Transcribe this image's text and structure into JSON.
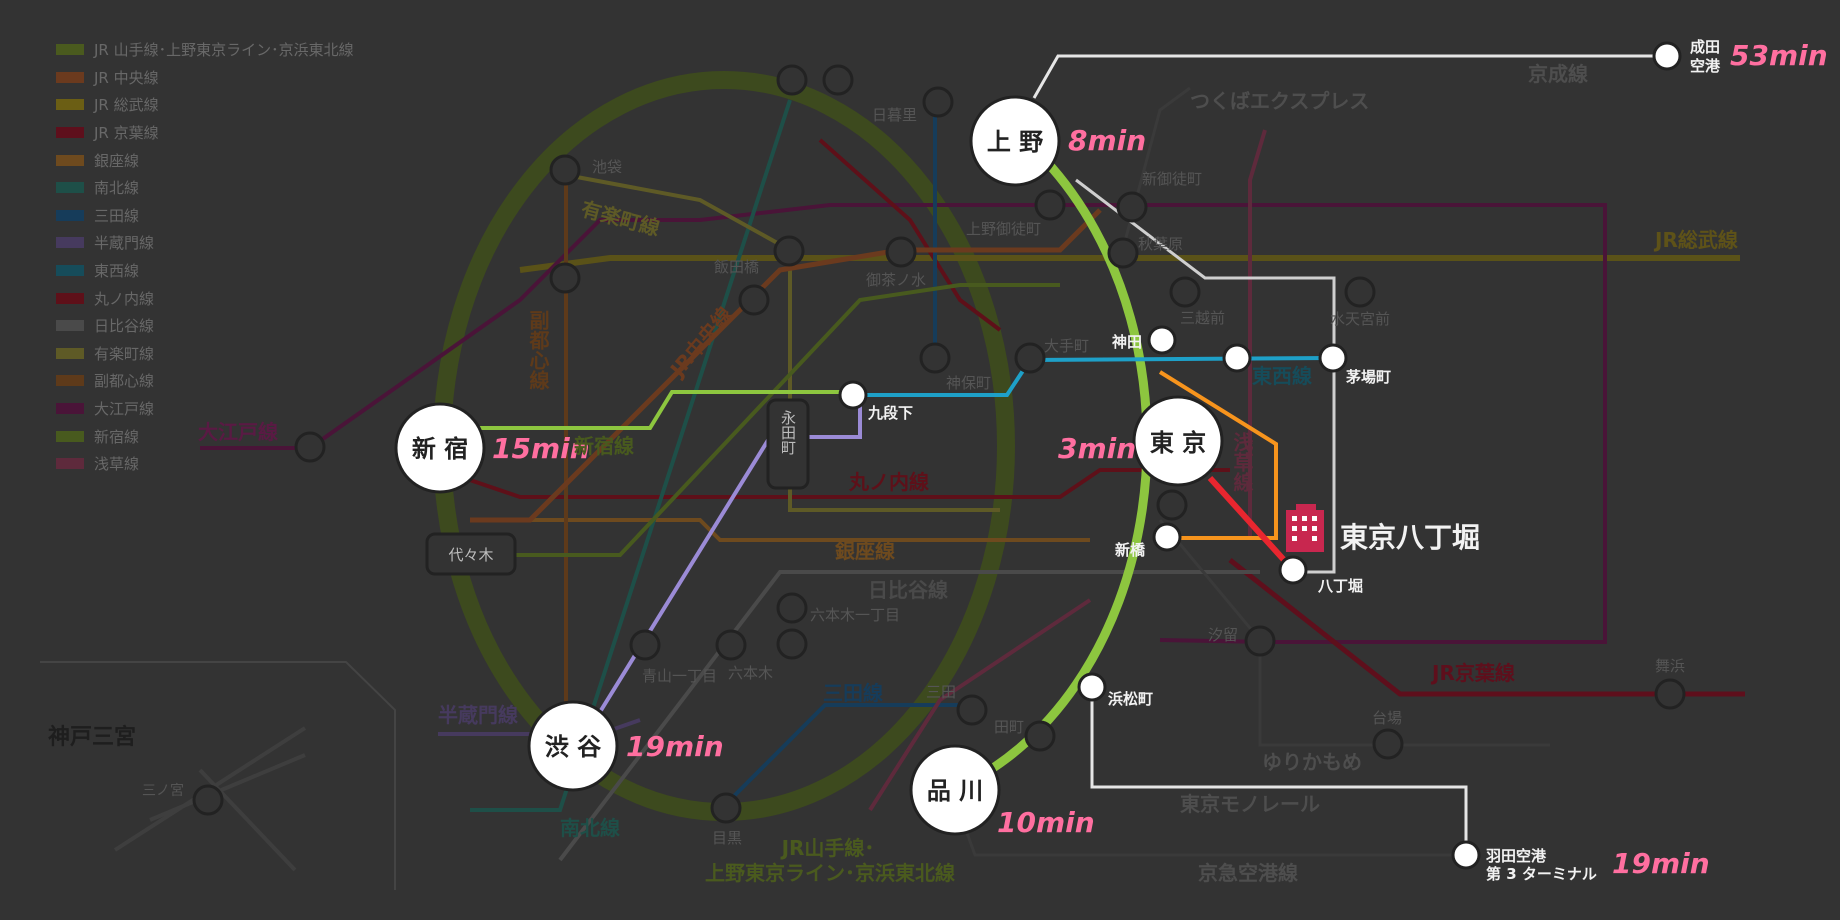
{
  "legend": [
    {
      "label": "JR 山手線･上野東京ライン･京浜東北線",
      "color": "#4a5a1e"
    },
    {
      "label": "JR 中央線",
      "color": "#6b3a1e"
    },
    {
      "label": "JR 総武線",
      "color": "#6b5e14"
    },
    {
      "label": "JR 京葉線",
      "color": "#5e0f1c"
    },
    {
      "label": "銀座線",
      "color": "#6e4a1e"
    },
    {
      "label": "南北線",
      "color": "#1e4f48"
    },
    {
      "label": "三田線",
      "color": "#163c5a"
    },
    {
      "label": "半蔵門線",
      "color": "#463a5e"
    },
    {
      "label": "東西線",
      "color": "#164c5a"
    },
    {
      "label": "丸ノ内線",
      "color": "#5e1019"
    },
    {
      "label": "日比谷線",
      "color": "#4a4a4a"
    },
    {
      "label": "有楽町線",
      "color": "#5e5a26"
    },
    {
      "label": "副都心線",
      "color": "#5e3a1a"
    },
    {
      "label": "大江戸線",
      "color": "#4a1438"
    },
    {
      "label": "新宿線",
      "color": "#485a1e"
    },
    {
      "label": "浅草線",
      "color": "#5e2a3c"
    }
  ],
  "hubs": {
    "ueno": {
      "name": "上 野",
      "time": "8min"
    },
    "tokyo": {
      "name": "東 京",
      "time": "3min"
    },
    "shinjuku": {
      "name": "新 宿",
      "time": "15min"
    },
    "shibuya": {
      "name": "渋 谷",
      "time": "19min"
    },
    "shinagawa": {
      "name": "品 川",
      "time": "10min"
    }
  },
  "airports": {
    "narita": {
      "name_line1": "成田",
      "name_line2": "空港",
      "time": "53min"
    },
    "haneda": {
      "name_line1": "羽田空港",
      "name_line2": "第 3 ターミナル",
      "time": "19min"
    }
  },
  "destination": {
    "name": "東京八丁堀"
  },
  "highlighted_stations": {
    "kanda": "神田",
    "kudanshita": "九段下",
    "kayabacho": "茅場町",
    "shinbashi": "新橋",
    "hatchobori": "八丁堀",
    "hamamatsucho": "浜松町"
  },
  "stations": {
    "nippori": "日暮里",
    "ikebukuro": "池袋",
    "shinokachimachi": "新御徒町",
    "uenookachimachi": "上野御徒町",
    "akihabara": "秋葉原",
    "iidabashi": "飯田橋",
    "ochanomizu": "御茶ノ水",
    "mitsukoshimae": "三越前",
    "suitengumae": "水天宮前",
    "otemachi": "大手町",
    "jimbocho": "神保町",
    "nagatacho": "永田町",
    "yoyogi": "代々木",
    "roppongi_itchome": "六本木一丁目",
    "aoyama_itchome": "青山一丁目",
    "roppongi": "六本木",
    "shiodome": "汐留",
    "maihama": "舞浜",
    "mita": "三田",
    "tamachi": "田町",
    "daiba": "台場",
    "meguro": "目黒",
    "sannomiya": "三ノ宮"
  },
  "line_labels": {
    "keisei": "京成線",
    "tx": "つくばエクスプレス",
    "jr_sobu": "JR総武線",
    "yurakucho": "有楽町線",
    "fukutoshin": "副都心線",
    "jr_chuo": "JR中央線",
    "oedo": "大江戸線",
    "shinjuku_line": "新宿線",
    "tozai": "東西線",
    "asakusa": "浅草線",
    "marunouchi": "丸ノ内線",
    "ginza": "銀座線",
    "hibiya": "日比谷線",
    "hanzomon": "半蔵門線",
    "mita": "三田線",
    "jr_keiyo": "JR京葉線",
    "yurikamome": "ゆりかもめ",
    "monorail": "東京モノレール",
    "keikyu": "京急空港線",
    "nanboku": "南北線",
    "yamanote_1": "JR山手線･",
    "yamanote_2": "上野東京ライン･京浜東北線"
  },
  "inset": {
    "title": "神戸三宮"
  },
  "colors": {
    "background": "#333333",
    "yamanote": "#8dc63f",
    "keiyo": "#e8262f",
    "tozai": "#1ea0c8",
    "hanzomon": "#9b8bd6",
    "asakusa": "#f7941d",
    "shinjuku": "#8dc63f",
    "time": "#ff6fa0",
    "building": "#c8274f"
  },
  "icons": {
    "destination": "office-building-icon"
  }
}
